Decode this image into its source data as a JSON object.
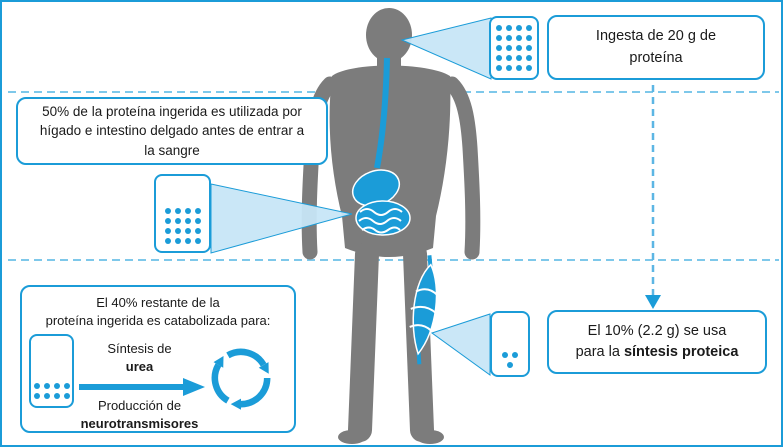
{
  "colors": {
    "accent": "#1b9cd8",
    "beam_fill": "#c7e6f7",
    "silhouette_gray": "#7c7c7c",
    "dashed_blue": "#7ec8ea"
  },
  "callouts": {
    "intake": {
      "text": "Ingesta de 20 g de proteína",
      "dots_rows": [
        4,
        4,
        4,
        4,
        4
      ]
    },
    "liver": {
      "text": "50% de la proteína ingerida es utilizada por hígado e intestino delgado antes de entrar a la sangre",
      "dots_rows": [
        4,
        4,
        4,
        4
      ]
    },
    "catabolism": {
      "title_line1": "El 40% restante de la",
      "title_line2": "proteína ingerida es catabolizada para:",
      "urea_prefix": "Síntesis de",
      "urea_bold": "urea",
      "neuro_prefix": "Producción de",
      "neuro_bold": "neurotransmisores",
      "dots_rows": [
        4,
        4
      ]
    },
    "synthesis": {
      "prefix": "El 10% (2.2 g) se usa para la ",
      "bold": "síntesis proteica",
      "dots_rows": [
        2,
        1
      ]
    }
  }
}
